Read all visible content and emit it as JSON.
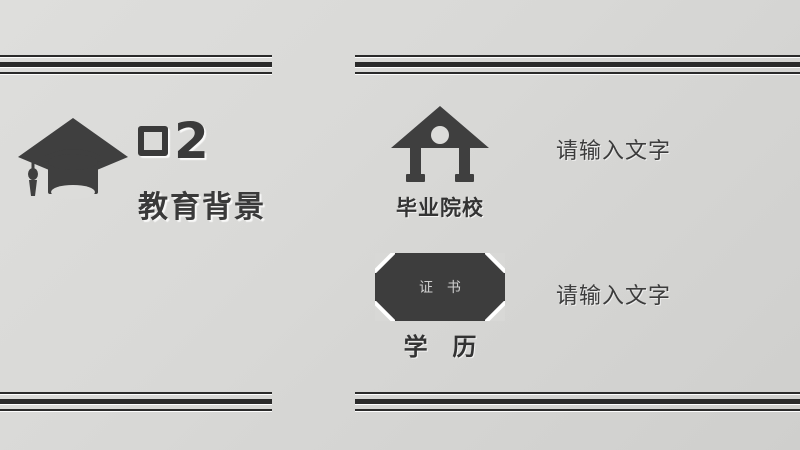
{
  "slide": {
    "background_color": "#d8d8d6",
    "accent_color": "#2a2a2a",
    "section_number": "2",
    "section_number_display": "02",
    "section_title": "教育背景"
  },
  "icons": {
    "graduation_cap": "graduation-cap-icon",
    "school_gate": "school-gate-icon",
    "certificate": "certificate-icon"
  },
  "items": [
    {
      "icon": "school-gate-icon",
      "label": "毕业院校",
      "body_text": "请输入文字"
    },
    {
      "icon": "certificate-icon",
      "badge_text": "证 书",
      "label": "学 历",
      "body_text": "请输入文字"
    }
  ],
  "decoration": {
    "rule_groups": [
      "top-left",
      "top-right",
      "bottom-left",
      "bottom-right"
    ]
  }
}
